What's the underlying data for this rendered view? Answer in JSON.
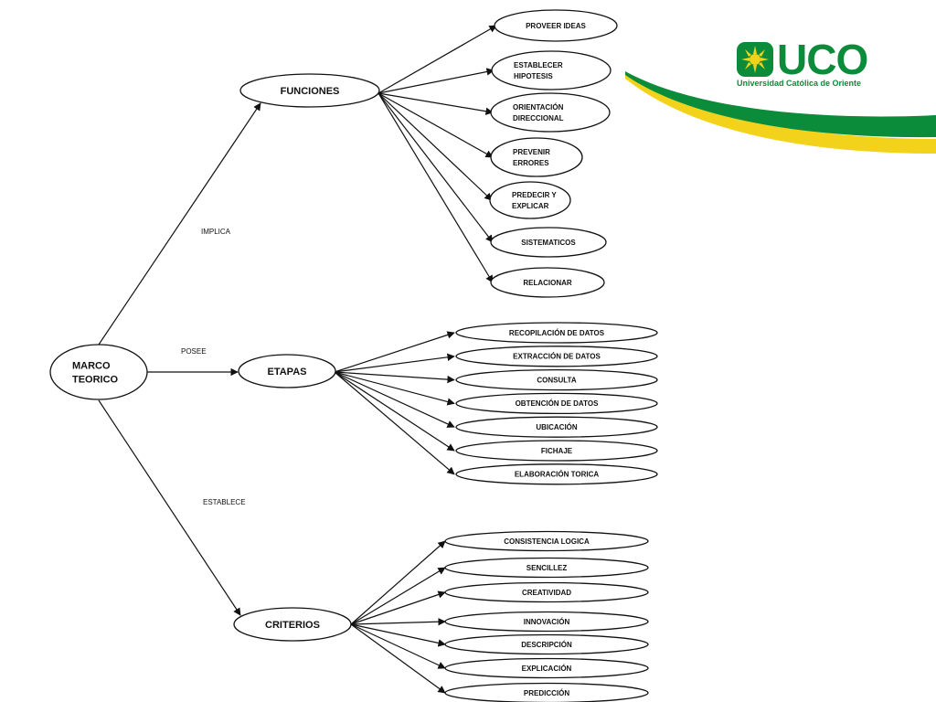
{
  "root": {
    "lines": [
      "MARCO",
      "TEORICO"
    ]
  },
  "edges": {
    "implica": "IMPLICA",
    "posee": "POSEE",
    "establece": "ESTABLECE"
  },
  "funciones": {
    "label": "FUNCIONES",
    "items": [
      [
        "PROVEER IDEAS"
      ],
      [
        "ESTABLECER",
        "HIPOTESIS"
      ],
      [
        "ORIENTACIÓN",
        "DIRECCIONAL"
      ],
      [
        "PREVENIR",
        "ERRORES"
      ],
      [
        "PREDECIR Y",
        "EXPLICAR"
      ],
      [
        "SISTEMATICOS"
      ],
      [
        "RELACIONAR"
      ]
    ]
  },
  "etapas": {
    "label": "ETAPAS",
    "items": [
      "RECOPILACIÓN DE DATOS",
      "EXTRACCIÓN DE DATOS",
      "CONSULTA",
      "OBTENCIÓN DE DATOS",
      "UBICACIÓN",
      "FICHAJE",
      "ELABORACIÓN TORICA"
    ]
  },
  "criterios": {
    "label": "CRITERIOS",
    "items": [
      "CONSISTENCIA LOGICA",
      "SENCILLEZ",
      "CREATIVIDAD",
      "INNOVACIÓN",
      "DESCRIPCIÓN",
      "EXPLICACIÓN",
      "PREDICCIÓN"
    ]
  },
  "logo": {
    "name": "UCO",
    "subtitle": "Universidad Católica de Oriente"
  },
  "colors": {
    "brand_green": "#0b8c3a",
    "brand_yellow": "#f2d21b",
    "ink": "#111111"
  }
}
